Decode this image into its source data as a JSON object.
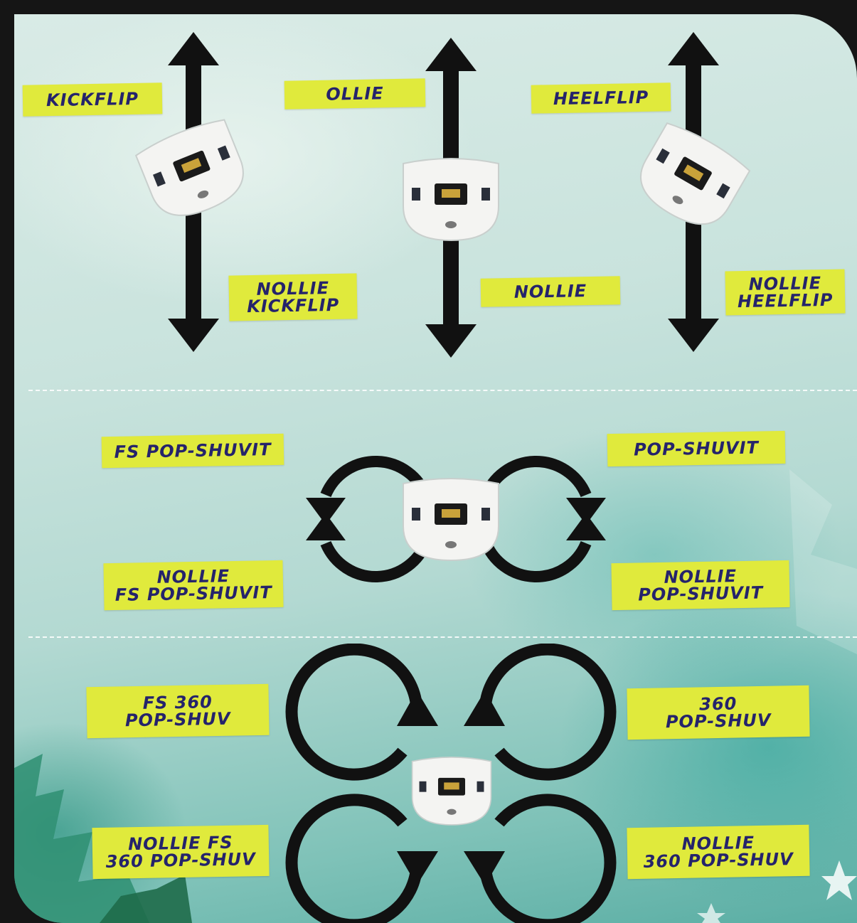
{
  "colors": {
    "tape": "#e0ea3c",
    "ink": "#25236b",
    "arrow": "#111111",
    "remote": "#f4f4f2",
    "background_light": "#d9ebe6",
    "background_teal": "#5aaea4"
  },
  "icons": {
    "remote": "wii-remote-bottom-icon",
    "vertical_arrow": "double-headed-arrow-icon",
    "spin_arrow": "circular-arrow-icon"
  },
  "flip_tricks": {
    "kickflip": "KICKFLIP",
    "ollie": "OLLIE",
    "heelflip": "HEELFLIP",
    "nollie_kickflip": "NOLLIE\nKICKFLIP",
    "nollie": "NOLLIE",
    "nollie_heelflip": "NOLLIE\nHEELFLIP"
  },
  "shuvit_tricks": {
    "fs_pop_shuvit": "FS POP-SHUVIT",
    "pop_shuvit": "POP-SHUVIT",
    "nollie_fs_pop_shuvit": "NOLLIE\nFS POP-SHUVIT",
    "nollie_pop_shuvit": "NOLLIE\nPOP-SHUVIT"
  },
  "spin_tricks": {
    "fs_360_pop_shuv": "FS 360\nPOP-SHUV",
    "pop_shuv_360": "360\nPOP-SHUV",
    "nollie_fs_360_pop_shuv": "NOLLIE FS\n360 POP-SHUV",
    "nollie_360_pop_shuv": "NOLLIE\n360 POP-SHUV"
  }
}
